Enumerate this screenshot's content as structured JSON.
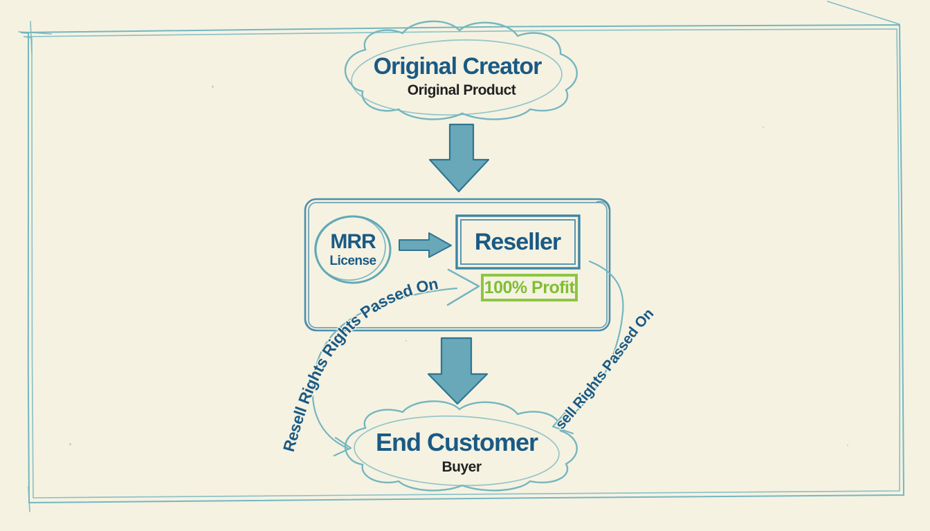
{
  "diagram": {
    "nodes": {
      "original_creator": {
        "title": "Original Creator",
        "subtitle": "Original Product"
      },
      "license": {
        "title": "MRR",
        "subtitle": "License"
      },
      "reseller": {
        "label": "Reseller",
        "profit_label": "100% Profit"
      },
      "end_customer": {
        "title": "End Customer",
        "subtitle": "Buyer"
      }
    },
    "edges": {
      "left_curve_label": "Resell Rights Rights Passed On",
      "right_curve_label": "sell Rights Passed On"
    },
    "colors": {
      "background": "#f5f2e2",
      "navy_text": "#1a5a84",
      "black_text": "#222222",
      "sketch_teal_light": "#74b6bf",
      "sketch_blue": "#4a8fab",
      "arrow_fill": "#4f9bb0",
      "arrow_stroke": "#2e7492",
      "green": "#8cc63f",
      "green_text": "#7fbe31"
    }
  }
}
